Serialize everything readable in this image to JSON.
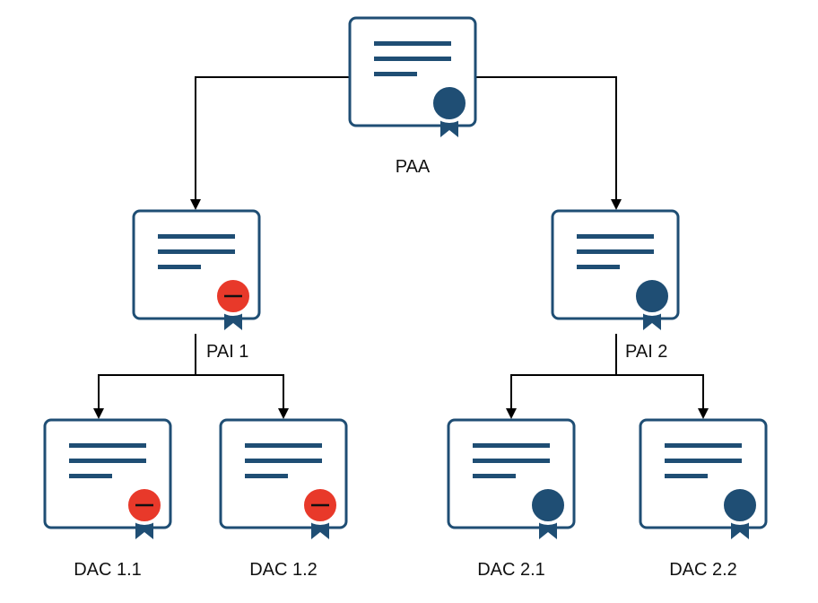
{
  "diagram": {
    "colors": {
      "certificate_stroke": "#1f4e74",
      "seal_valid": "#1f4e74",
      "seal_revoked": "#e8392a",
      "seal_revoked_mark": "#111111",
      "connector": "#000000",
      "background": "#ffffff"
    },
    "nodes": {
      "paa": {
        "label": "PAA",
        "status": "valid",
        "icon": "certificate-icon"
      },
      "pai1": {
        "label": "PAI 1",
        "status": "revoked",
        "icon": "certificate-icon"
      },
      "pai2": {
        "label": "PAI 2",
        "status": "valid",
        "icon": "certificate-icon"
      },
      "dac11": {
        "label": "DAC 1.1",
        "status": "revoked",
        "icon": "certificate-icon"
      },
      "dac12": {
        "label": "DAC 1.2",
        "status": "revoked",
        "icon": "certificate-icon"
      },
      "dac21": {
        "label": "DAC 2.1",
        "status": "valid",
        "icon": "certificate-icon"
      },
      "dac22": {
        "label": "DAC 2.2",
        "status": "valid",
        "icon": "certificate-icon"
      }
    },
    "edges": [
      {
        "from": "paa",
        "to": "pai1"
      },
      {
        "from": "paa",
        "to": "pai2"
      },
      {
        "from": "pai1",
        "to": "dac11"
      },
      {
        "from": "pai1",
        "to": "dac12"
      },
      {
        "from": "pai2",
        "to": "dac21"
      },
      {
        "from": "pai2",
        "to": "dac22"
      }
    ]
  }
}
